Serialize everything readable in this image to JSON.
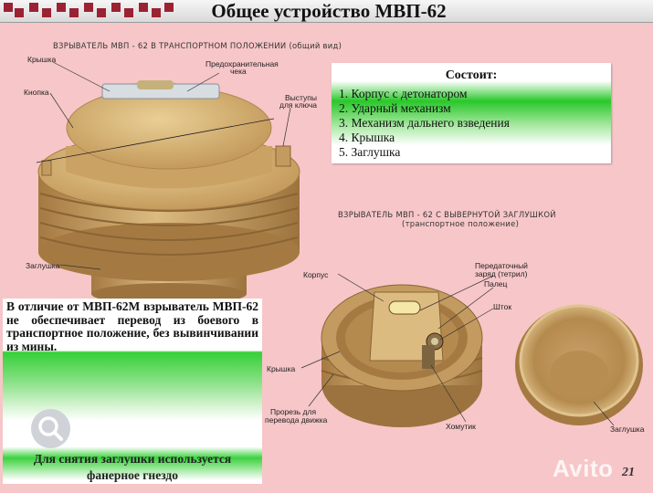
{
  "slide": {
    "title": "Общее устройство МВП-62",
    "page_number": "21",
    "accent_color": "#9b2233",
    "background_color": "#f7c6c8"
  },
  "figure_top": {
    "caption": "ВЗРЫВАТЕЛЬ МВП - 62 В ТРАНСПОРТНОМ ПОЛОЖЕНИИ (общий вид)",
    "labels": {
      "lid": "Крышка",
      "safety_pin_1": "Предохранительная",
      "safety_pin_2": "чека",
      "button": "Кнопка",
      "key_lugs_1": "Выступы",
      "key_lugs_2": "для ключа",
      "plug": "Заглушка"
    }
  },
  "contents": {
    "title": "Состоит:",
    "items": [
      "1.   Корпус с детонатором",
      "2.   Ударный механизм",
      "3.   Механизм дальнего взведения",
      "4.   Крышка",
      "5.   Заглушка"
    ]
  },
  "figure_right": {
    "caption_1": "ВЗРЫВАТЕЛЬ МВП - 62 С ВЫВЕРНУТОЙ ЗАГЛУШКОЙ",
    "caption_2": "(транспортное положение)",
    "labels": {
      "body": "Корпус",
      "transfer_charge_1": "Передаточный",
      "transfer_charge_2": "заряд (тетрил)",
      "pin": "Палец",
      "rod": "Шток",
      "lid": "Крышка",
      "slot_1": "Прорезь для",
      "slot_2": "перевода движка",
      "clamp": "Хомутик",
      "plug": "Заглушка"
    }
  },
  "note": {
    "text": "В отличие от МВП-62М взрыватель МВП-62 не обеспечивает перевод из боевого в транспортное положение, без вывинчивании из мины.",
    "footer_1": "Для снятия заглушки используется",
    "footer_2": "фанерное гнездо"
  },
  "overlays": {
    "watermark": "Avito",
    "search_icon": "search-icon"
  }
}
